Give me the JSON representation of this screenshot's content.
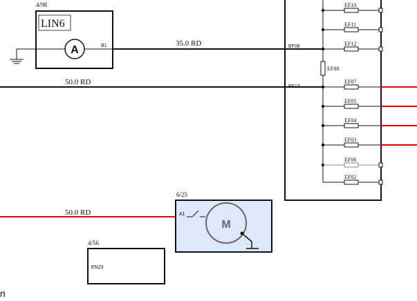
{
  "diagram": {
    "colors": {
      "wire_black": "#111111",
      "wire_red": "#e60000",
      "motor_fill": "#dde8f8",
      "fuse_dim": "#8a8a8a"
    },
    "ammeter_box": {
      "ref": "4/98",
      "name": "LIN6",
      "symbol": "A",
      "pin": "B1"
    },
    "wires": {
      "top": "35.0  RD",
      "middle": "50.0  RD",
      "bottom": "50.0  RD"
    },
    "fuse_box": {
      "entry_top": "EF08",
      "entry_middle": "EF13",
      "vertical_fuse": "EF08",
      "fuses": [
        "EF10",
        "EF11",
        "EF12",
        "EF07",
        "EF05",
        "EF04",
        "EF03",
        "EF06",
        "EF02"
      ]
    },
    "motor": {
      "ref": "6/25",
      "pin": "A1",
      "symbol": "M"
    },
    "module": {
      "ref": "4/56",
      "name": "EN23"
    },
    "edge_glyph": "n"
  }
}
